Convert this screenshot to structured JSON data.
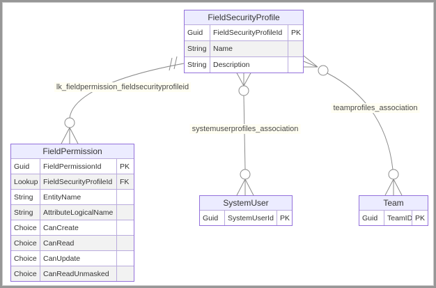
{
  "entities": {
    "fieldSecurityProfile": {
      "title": "FieldSecurityProfile",
      "rows": [
        {
          "type": "Guid",
          "name": "FieldSecurityProfileId",
          "key": "PK"
        },
        {
          "type": "String",
          "name": "Name",
          "key": ""
        },
        {
          "type": "String",
          "name": "Description",
          "key": ""
        }
      ]
    },
    "fieldPermission": {
      "title": "FieldPermission",
      "rows": [
        {
          "type": "Guid",
          "name": "FieldPermissionId",
          "key": "PK"
        },
        {
          "type": "Lookup",
          "name": "FieldSecurityProfileId",
          "key": "FK"
        },
        {
          "type": "String",
          "name": "EntityName",
          "key": ""
        },
        {
          "type": "String",
          "name": "AttributeLogicalName",
          "key": ""
        },
        {
          "type": "Choice",
          "name": "CanCreate",
          "key": ""
        },
        {
          "type": "Choice",
          "name": "CanRead",
          "key": ""
        },
        {
          "type": "Choice",
          "name": "CanUpdate",
          "key": ""
        },
        {
          "type": "Choice",
          "name": "CanReadUnmasked",
          "key": ""
        }
      ]
    },
    "systemUser": {
      "title": "SystemUser",
      "rows": [
        {
          "type": "Guid",
          "name": "SystemUserId",
          "key": "PK"
        }
      ]
    },
    "team": {
      "title": "Team",
      "rows": [
        {
          "type": "Guid",
          "name": "TeamID",
          "key": "PK"
        }
      ]
    }
  },
  "relationships": [
    {
      "label": "lk_fieldpermission_fieldsecurityprofileid",
      "from": "FieldPermission",
      "from_cardinality": "zero-or-many",
      "to": "FieldSecurityProfile",
      "to_cardinality": "exactly-one"
    },
    {
      "label": "systemuserprofiles_association",
      "from": "FieldSecurityProfile",
      "from_cardinality": "zero-or-many",
      "to": "SystemUser",
      "to_cardinality": "zero-or-many"
    },
    {
      "label": "teamprofiles_association",
      "from": "FieldSecurityProfile",
      "from_cardinality": "zero-or-many",
      "to": "Team",
      "to_cardinality": "zero-or-many"
    }
  ],
  "colors": {
    "entity_border": "#9370DB",
    "entity_header_fill": "#ECECFF",
    "entity_grid": "#b9abdd",
    "row_alt_fill": "#f2f2f2",
    "text": "#333333",
    "line": "#8a8a8a",
    "label_text": "#4a4a4a",
    "label_bg": "#fffef2",
    "frame_border": "#979797"
  }
}
